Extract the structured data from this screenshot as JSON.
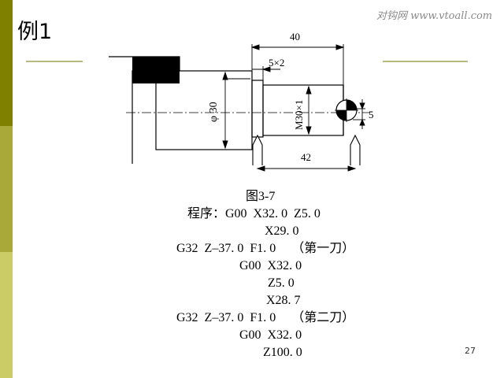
{
  "slide": {
    "title": "例1",
    "watermark": "对钩网 www.vtoall.com",
    "page_number": "27"
  },
  "drawing": {
    "dim_total_length": "40",
    "dim_groove": "5×2",
    "dim_diameter": "φ 30",
    "dim_thread": "M30×1",
    "dim_end_gap": "5",
    "dim_thread_length": "42"
  },
  "program": {
    "figure_label": "图3-7",
    "lines": [
      "程序：G00  X32. 0  Z5. 0",
      "X29. 0",
      "G32  Z–37. 0  F1. 0     （第一刀）",
      "G00  X32. 0",
      "Z5. 0",
      "X28. 7",
      "G32  Z–37. 0  F1. 0     （第二刀）",
      "G00  X32. 0",
      "Z100. 0"
    ]
  }
}
